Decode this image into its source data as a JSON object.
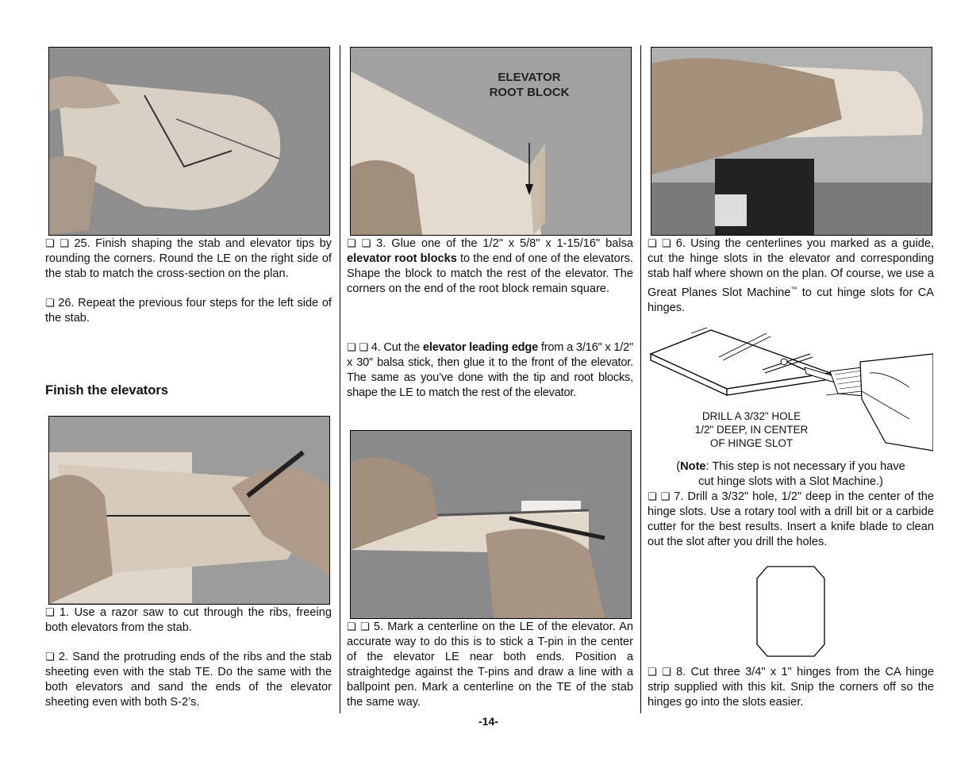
{
  "page_number": "-14-",
  "col1": {
    "step25": {
      "boxes": "❏ ❏",
      "text": "25. Finish shaping the stab and elevator tips by rounding the corners. Round the LE on the right side of the stab to match the cross-section on the plan."
    },
    "step26": {
      "boxes": "❏",
      "text": "26. Repeat the previous four steps for the left side of the stab."
    },
    "heading": "Finish the elevators",
    "step1": {
      "boxes": "❏",
      "text": "1. Use a razor saw to cut through the ribs, freeing both elevators from the stab."
    },
    "step2": {
      "boxes": "❏",
      "text": "2. Sand the protruding ends of the ribs and the stab sheeting even with the stab TE. Do the same with the both elevators and sand the ends of the elevator sheeting even with both S-2’s."
    }
  },
  "col2": {
    "photo_label_line1": "ELEVATOR",
    "photo_label_line2": "ROOT BLOCK",
    "step3": {
      "boxes": "❏ ❏",
      "pre": "3. Glue one of the 1/2\" x 5/8\" x 1-15/16\" balsa ",
      "bold": "elevator root blocks",
      "post": " to the end of one of the elevators. Shape the block to match the rest of the elevator. The corners on the end of the root block remain square."
    },
    "step4": {
      "boxes": "❏ ❏",
      "pre": "4. Cut the ",
      "bold": "elevator leading edge",
      "post": " from a 3/16\" x 1/2\" x 30\" balsa stick, then glue it to the front of the elevator. The same as you’ve done with the tip and root blocks, shape the LE to match the rest of the elevator."
    },
    "step5": {
      "boxes": "❏ ❏",
      "text": "5. Mark a centerline on the LE of the elevator. An accurate way to do this is to stick a T-pin in the center of the elevator LE near both ends. Position a straightedge against the T-pins and draw a line with a ballpoint pen. Mark a centerline on the TE of the stab the same way."
    }
  },
  "col3": {
    "step6": {
      "boxes": "❏ ❏",
      "pre": "6. Using the centerlines you marked as a guide, cut the hinge slots in the elevator and corresponding stab half where shown on the plan. Of course, we use a Great Planes Slot Machine",
      "tm": "™",
      "post": " to cut hinge slots for CA hinges."
    },
    "drill_caption": [
      "DRILL A 3/32\" HOLE",
      "1/2\" DEEP, IN CENTER",
      "OF HINGE SLOT"
    ],
    "note": {
      "open": "(",
      "bold": "Note",
      "rest": ": This step is not necessary if you have",
      "line2": "cut hinge slots with a Slot Machine.)"
    },
    "step7": {
      "boxes": "❏ ❏",
      "text": "7. Drill a 3/32\" hole, 1/2\" deep in the center of the hinge slots. Use a rotary tool with a drill bit or a carbide cutter for the best results. Insert a knife blade to clean out the slot after you drill the holes."
    },
    "step8": {
      "boxes": "❏ ❏",
      "text": "8. Cut three 3/4\" x 1\" hinges from the CA hinge strip supplied with this kit. Snip the corners off so the hinges go into the slots easier."
    }
  }
}
